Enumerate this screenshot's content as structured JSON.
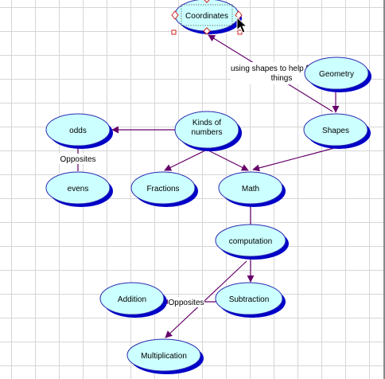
{
  "colors": {
    "node_fill": "#ccffff",
    "node_stroke": "#2a2ab0",
    "node_shadow": "#0000c8",
    "edge": "#66006a",
    "selection": "#d22020"
  },
  "nodes": {
    "coordinates": "Coordinates",
    "geometry": "Geometry",
    "kinds_of_numbers": [
      "Kinds of",
      "numbers"
    ],
    "shapes": "Shapes",
    "odds": "odds",
    "evens": "evens",
    "fractions": "Fractions",
    "math": "Math",
    "computation": "computation",
    "addition": "Addition",
    "subtraction": "Subtraction",
    "multiplication": "Multiplication"
  },
  "edge_labels": {
    "using_shapes": [
      "using shapes to help fi",
      "things"
    ],
    "opposites_odds_evens": "Opposites",
    "opposites_add_sub": "Opposites"
  },
  "cursor_icon": "arrow-pointer-icon"
}
